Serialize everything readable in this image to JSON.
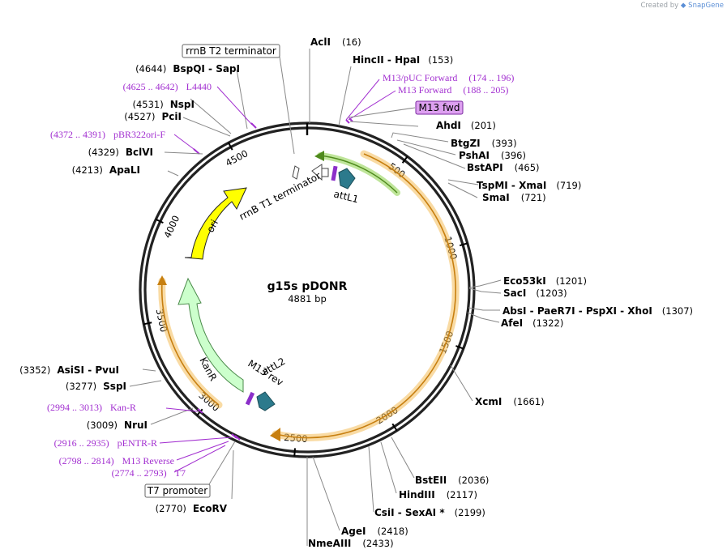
{
  "credit": {
    "prefix": "Created by",
    "brand": "SnapGene"
  },
  "plasmid": {
    "name": "g15s pDONR",
    "length": "4881 bp"
  },
  "ticks": [
    {
      "value": 500,
      "label": "500"
    },
    {
      "value": 1000,
      "label": "1000"
    },
    {
      "value": 1500,
      "label": "1500"
    },
    {
      "value": 2000,
      "label": "2000"
    },
    {
      "value": 2500,
      "label": "2500"
    },
    {
      "value": 3000,
      "label": "3000"
    },
    {
      "value": 3500,
      "label": "3500"
    },
    {
      "value": 4000,
      "label": "4000"
    },
    {
      "value": 4500,
      "label": "4500"
    }
  ],
  "features": [
    {
      "name": "attL1",
      "color": "#2c7a8c"
    },
    {
      "name": "rrnB T1 terminator",
      "color": "#ffffff"
    },
    {
      "name": "ori",
      "color": "#ffff00"
    },
    {
      "name": "KanR",
      "color": "#ccffcc"
    },
    {
      "name": "M13 rev",
      "color": "#a22fd0"
    },
    {
      "name": "attL2",
      "color": "#2c7a8c"
    },
    {
      "name": "rrnB T2 terminator",
      "color": "#ffffff"
    },
    {
      "name": "T7 promoter",
      "color": "#ffffff"
    },
    {
      "name": "M13 fwd",
      "color": "#dda0f0"
    }
  ],
  "sites_right": [
    {
      "name": "AclI",
      "pos": "(16)"
    },
    {
      "name": "HincII  -  HpaI",
      "pos": "(153)"
    },
    {
      "name": "AhdI",
      "pos": "(201)"
    },
    {
      "name": "BtgZI",
      "pos": "(393)"
    },
    {
      "name": "PshAI",
      "pos": "(396)"
    },
    {
      "name": "BstAPI",
      "pos": "(465)"
    },
    {
      "name": "TspMI  -  XmaI",
      "pos": "(719)"
    },
    {
      "name": "SmaI",
      "pos": "(721)"
    },
    {
      "name": "Eco53kI",
      "pos": "(1201)"
    },
    {
      "name": "SacI",
      "pos": "(1203)"
    },
    {
      "name": "AbsI  -  PaeR7I  -  PspXI  -  XhoI",
      "pos": "(1307)"
    },
    {
      "name": "AfeI",
      "pos": "(1322)"
    },
    {
      "name": "XcmI",
      "pos": "(1661)"
    },
    {
      "name": "BstEII",
      "pos": "(2036)"
    },
    {
      "name": "HindIII",
      "pos": "(2117)"
    },
    {
      "name": "CsiI  -  SexAI *",
      "pos": "(2199)"
    },
    {
      "name": "AgeI",
      "pos": "(2418)"
    },
    {
      "name": "NmeAIII",
      "pos": "(2433)"
    }
  ],
  "sites_left": [
    {
      "name": "BspQI  -  SapI",
      "pos": "(4644)"
    },
    {
      "name": "NspI",
      "pos": "(4531)"
    },
    {
      "name": "PciI",
      "pos": "(4527)"
    },
    {
      "name": "BclVI",
      "pos": "(4329)"
    },
    {
      "name": "ApaLI",
      "pos": "(4213)"
    },
    {
      "name": "AsiSI  -  PvuI",
      "pos": "(3352)"
    },
    {
      "name": "SspI",
      "pos": "(3277)"
    },
    {
      "name": "NruI",
      "pos": "(3009)"
    },
    {
      "name": "EcoRV",
      "pos": "(2770)"
    }
  ],
  "primers": [
    {
      "name": "M13/pUC Forward",
      "range": "(174 .. 196)"
    },
    {
      "name": "M13 Forward",
      "range": "(188 .. 205)"
    },
    {
      "name": "L4440",
      "range": "(4625 .. 4642)"
    },
    {
      "name": "pBR322ori-F",
      "range": "(4372 .. 4391)"
    },
    {
      "name": "Kan-R",
      "range": "(2994 .. 3013)"
    },
    {
      "name": "pENTR-R",
      "range": "(2916 .. 2935)"
    },
    {
      "name": "M13 Reverse",
      "range": "(2798 .. 2814)"
    },
    {
      "name": "T7",
      "range": "(2774 .. 2793)"
    }
  ]
}
